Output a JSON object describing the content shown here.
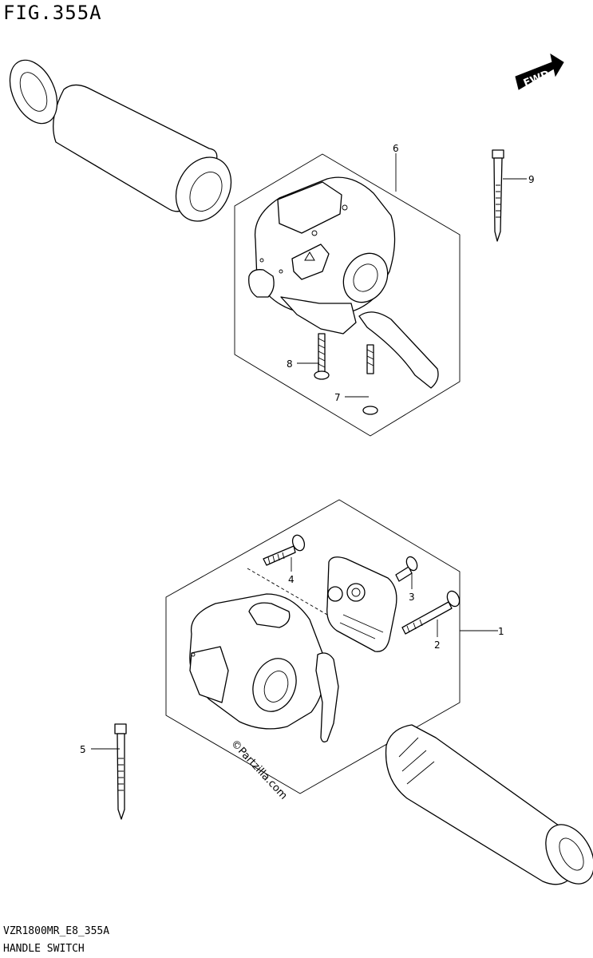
{
  "figure": {
    "title": "FIG.355A",
    "code": "VZR1800MR_E8_355A",
    "name": "HANDLE SWITCH",
    "watermark": "©Partzilla.com",
    "forward_label": "FWD"
  },
  "callouts": [
    {
      "id": "1",
      "label": "1"
    },
    {
      "id": "2",
      "label": "2"
    },
    {
      "id": "3",
      "label": "3"
    },
    {
      "id": "4",
      "label": "4"
    },
    {
      "id": "5",
      "label": "5"
    },
    {
      "id": "6",
      "label": "6"
    },
    {
      "id": "7",
      "label": "7"
    },
    {
      "id": "8",
      "label": "8"
    },
    {
      "id": "9",
      "label": "9"
    }
  ]
}
